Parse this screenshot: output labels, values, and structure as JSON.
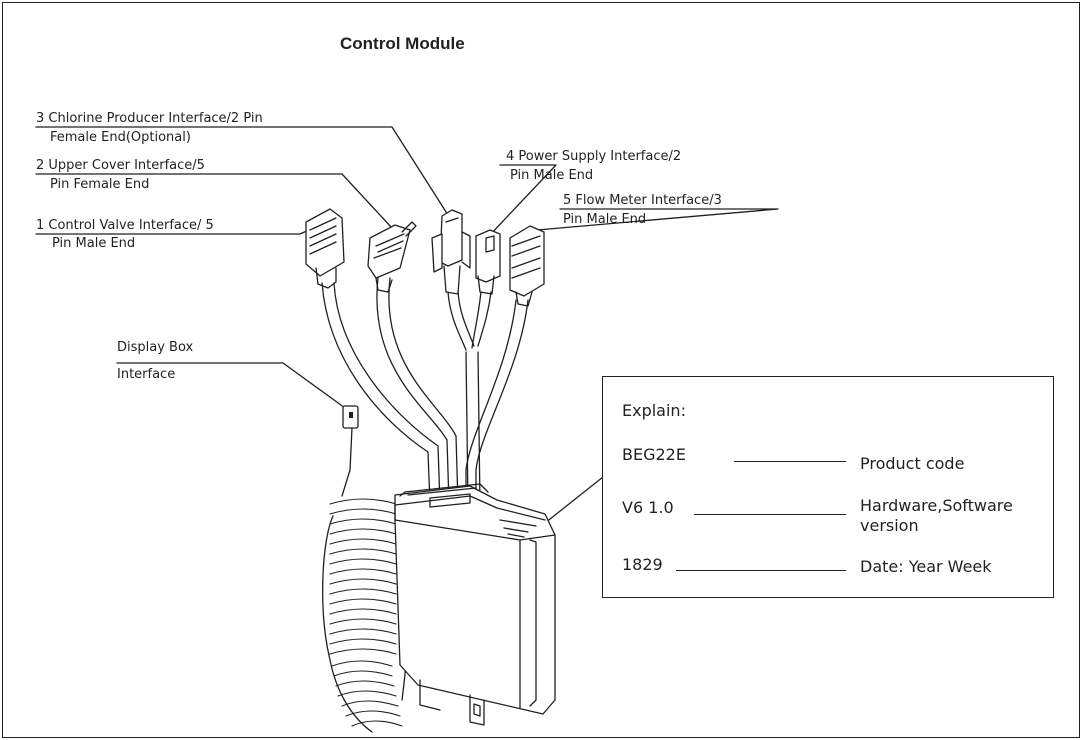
{
  "title": "Control Module",
  "labels": {
    "chlorine_l1": "3 Chlorine Producer Interface/2 Pin",
    "chlorine_l2": "Female End(Optional)",
    "upper_l1": "2 Upper Cover Interface/5",
    "upper_l2": "Pin Female End",
    "valve_l1": "1 Control Valve Interface/ 5",
    "valve_l2": "Pin Male End",
    "power_l1": "4  Power Supply Interface/2",
    "power_l2": "Pin Male End",
    "flow_l1": "5 Flow Meter Interface/3",
    "flow_l2": "Pin Male End",
    "display_l1": "Display Box",
    "display_l2": "Interface"
  },
  "explain": {
    "heading": "Explain:",
    "rows": [
      {
        "code": "BEG22E",
        "meaning": "Product code"
      },
      {
        "code": "V6 1.0",
        "meaning_l1": "Hardware,Software",
        "meaning_l2": "version"
      },
      {
        "code": "1829",
        "meaning": "Date: Year Week"
      }
    ]
  },
  "colors": {
    "ink": "#231f20",
    "background": "#ffffff"
  }
}
